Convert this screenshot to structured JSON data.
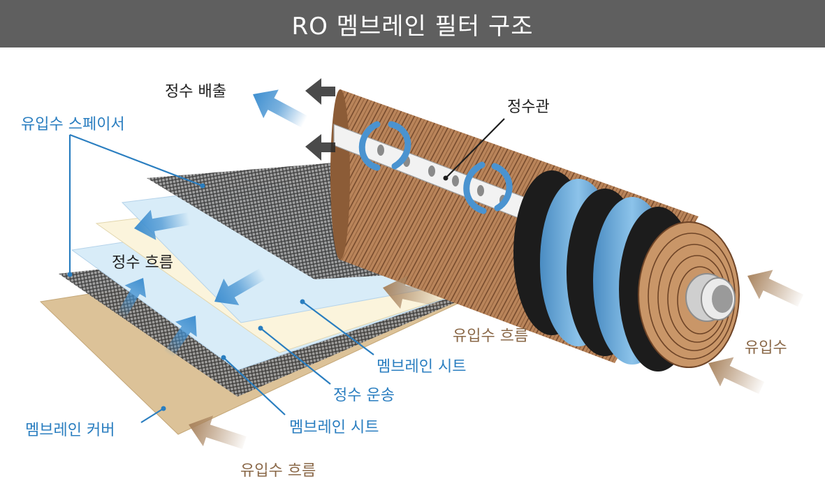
{
  "title": "RO 멤브레인 필터 구조",
  "labels": {
    "clean_discharge": "정수 배출",
    "spacer": "유입수 스페이서",
    "pipe": "정수관",
    "clean_flow": "정수 흐름",
    "feed_flow_upper": "유입수 흐름",
    "feed": "유입수",
    "membrane_sheet_upper": "멤브레인 시트",
    "permeate_carrier": "정수 운송",
    "membrane_sheet_lower": "멤브레인 시트",
    "membrane_cover": "멤브레인 커버",
    "feed_flow_lower": "유입수 흐름"
  },
  "colors": {
    "title_bar": "#5f5f5f",
    "label_dark": "#1e1e1e",
    "label_blue": "#2a7ec0",
    "label_brown": "#8a6848",
    "membrane_cover": "#dcc298",
    "membrane_sheet": "#d8ecf8",
    "permeate_carrier": "#fbf4dc",
    "mesh": "#4a4a4a",
    "wrap_wood": "#b9845a",
    "band_blue": "#5a9ed2",
    "band_black": "#1c1c1c",
    "flow_arrow_blue": "#3f8fd0",
    "flow_arrow_brown": "#a9845f"
  },
  "icons": [
    "flow-arrow-blue-icon",
    "flow-arrow-brown-icon",
    "rotation-arrow-icon",
    "exhaust-arrow-icon"
  ]
}
